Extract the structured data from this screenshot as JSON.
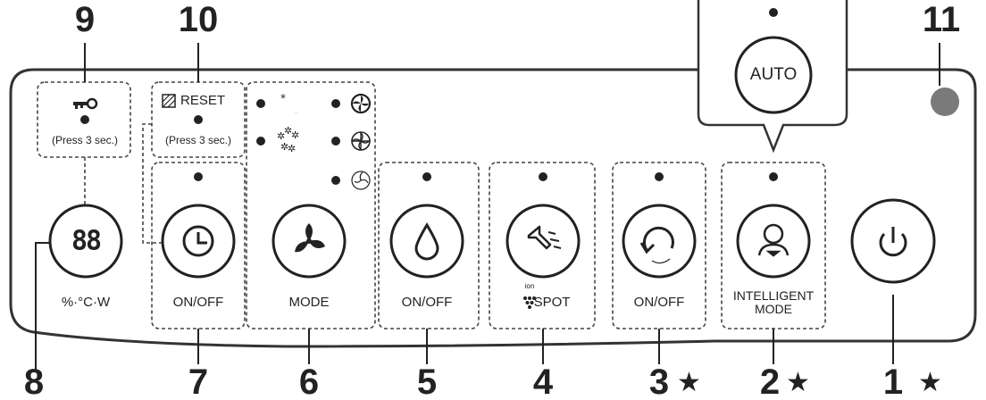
{
  "callouts": {
    "n1": "1",
    "n2": "2",
    "n3": "3",
    "n4": "4",
    "n5": "5",
    "n6": "6",
    "n7": "7",
    "n8": "8",
    "n9": "9",
    "n10": "10",
    "n11": "11"
  },
  "labels": {
    "press_lock": "(Press 3 sec.)",
    "reset": "RESET",
    "press_reset": "(Press 3 sec.)",
    "display_units": "%·°C·W",
    "display_digits": "88",
    "timer_onoff": "ON/OFF",
    "mode": "MODE",
    "dry_onoff": "ON/OFF",
    "spot": "SPOT",
    "spot_ion": "ion",
    "swing_onoff": "ON/OFF",
    "intelligent_line1": "INTELLIGENT",
    "intelligent_line2": "MODE",
    "auto": "AUTO"
  },
  "stars": {
    "s1": "★",
    "s2": "★",
    "s3": "★"
  },
  "icons": [
    "key-icon",
    "filter-icon",
    "moon-sleep-icon",
    "snowflakes-icon",
    "fan-high-icon",
    "fan-medium-icon",
    "fan-low-icon",
    "timer-clock-icon",
    "fan-mode-icon",
    "water-drop-icon",
    "spot-arrow-icon",
    "swing-rotate-icon",
    "person-intelligent-icon",
    "power-icon"
  ]
}
